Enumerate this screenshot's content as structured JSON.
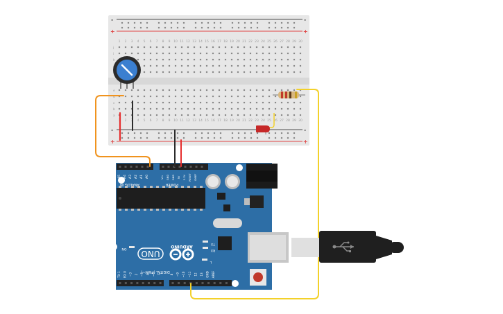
{
  "colors": {
    "board": "#2d6ea6",
    "board_dark": "#245a88",
    "breadboard": "#e7e7e7",
    "hole": "#8a8a8a",
    "rail_red": "#e04545",
    "rail_blue": "#4d4d4d",
    "wire_orange": "#f0931e",
    "wire_yellow": "#f3d12a",
    "wire_red": "#e62d2d",
    "wire_black": "#2b2b2b",
    "pot": "#3b7fd0",
    "led": "#c62828",
    "usb_cable": "#1f1f1f"
  },
  "breadboard": {
    "rail_plus": "+",
    "rail_minus": "-",
    "row_letters_top": [
      "j",
      "i",
      "h",
      "g",
      "f"
    ],
    "row_letters_bottom": [
      "e",
      "d",
      "c",
      "b",
      "a"
    ],
    "column_count": 30
  },
  "arduino": {
    "brand": "ARDUINO",
    "model": "UNO",
    "analog_header": "ANALOG IN",
    "analog_pins": [
      "A5",
      "A4",
      "A3",
      "A2",
      "A1",
      "A0"
    ],
    "power_header": "POWER",
    "power_pins": [
      "Vin",
      "GND",
      "GND",
      "5V",
      "3.3V",
      "RESET",
      "IOREF"
    ],
    "digital_header": "DIGITAL (PWM~)",
    "digital_pins": [
      "TX 1",
      "RX 0",
      "~3",
      "2",
      "~5",
      "4",
      "~6",
      "7",
      "8",
      "~9",
      "~10",
      "~11",
      "12",
      "13",
      "GND",
      "AREF"
    ],
    "led_tx": "TX",
    "led_rx": "RX",
    "led_l": "L",
    "led_on": "ON"
  }
}
